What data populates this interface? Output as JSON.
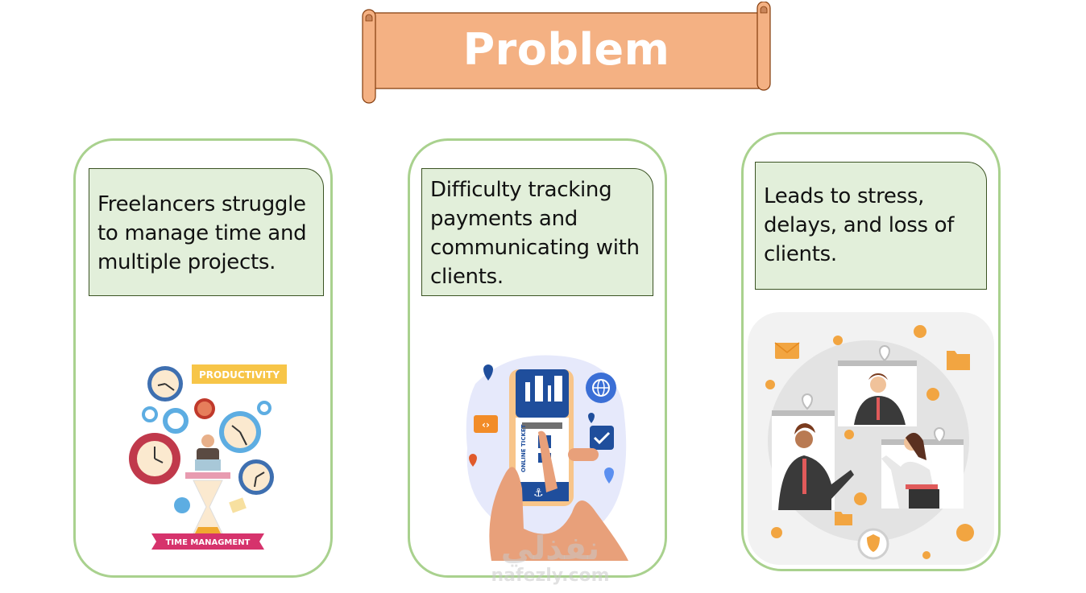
{
  "banner": {
    "title": "Problem",
    "fill_color": "#f4b183",
    "stroke_color": "#843c0c"
  },
  "cards": [
    {
      "text": "Freelancers struggle to manage time and multiple projects.",
      "lines": [
        "Freelancers struggle",
        "to manage time and",
        "multiple projects."
      ],
      "illustration": {
        "name": "time-management-illustration",
        "labels": {
          "top": "PRODUCTIVITY",
          "bottom": "TIME MANAGMENT"
        }
      }
    },
    {
      "text": "Difficulty tracking payments and communicating with clients.",
      "lines": [
        "Difficulty tracking",
        "payments and",
        "communicating with",
        "clients."
      ],
      "illustration": {
        "name": "online-ticket-phone-illustration",
        "labels": {
          "ticket": "ONLINE TICKET"
        }
      }
    },
    {
      "text": "Leads to stress, delays, and loss of clients.",
      "lines": [
        "Leads to stress,",
        "delays, and loss of",
        "clients."
      ],
      "illustration": {
        "name": "remote-team-high-five-illustration"
      }
    }
  ],
  "colors": {
    "card_border": "#a9d18e",
    "text_box_fill": "#e2efda",
    "text_box_border": "#3b5323"
  },
  "watermark": {
    "arabic": "نفذلي",
    "url": "nafezly.com"
  }
}
